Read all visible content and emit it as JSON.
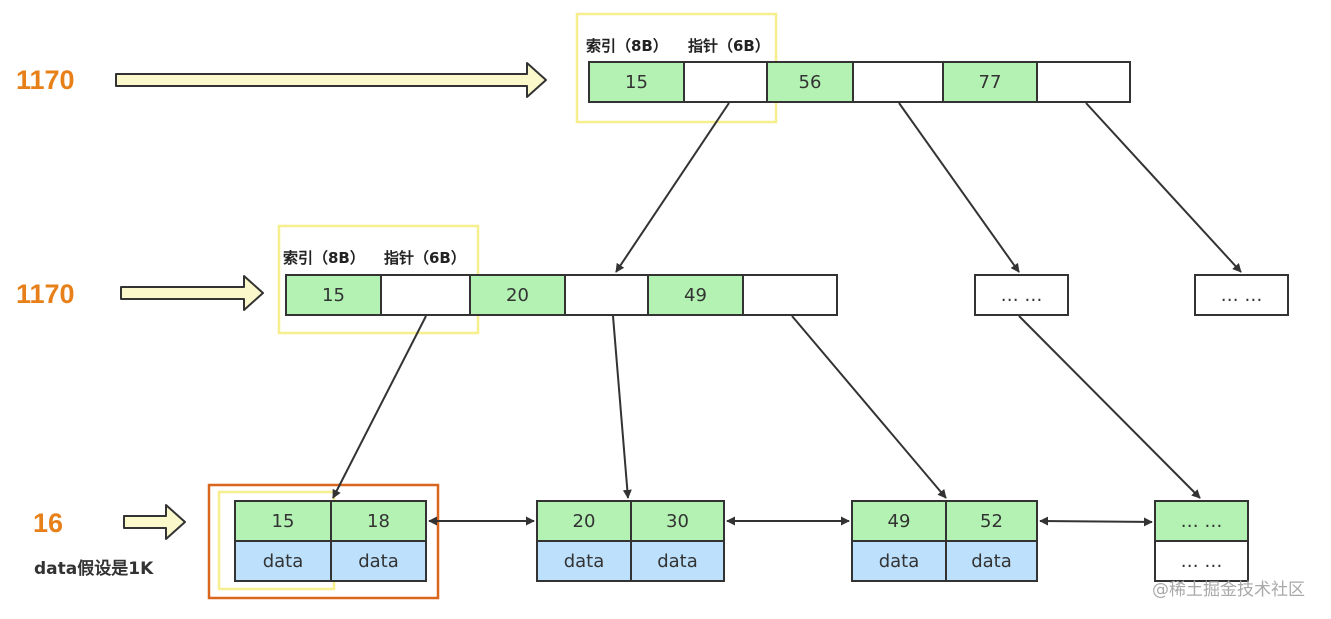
{
  "level_counts": {
    "root": "1170",
    "internal": "1170",
    "leaf": "16"
  },
  "leaf_note": "data假设是1K",
  "header_labels": {
    "root": {
      "index": "索引（8B）",
      "pointer": "指针（6B）"
    },
    "internal": {
      "index": "索引（8B）",
      "pointer": "指针（6B）"
    }
  },
  "root_node": {
    "keys": [
      "15",
      "56",
      "77"
    ]
  },
  "internal_node": {
    "keys": [
      "15",
      "20",
      "49"
    ]
  },
  "collapsed_nodes": [
    "…  …",
    "…  …"
  ],
  "leaf_nodes": [
    {
      "keys": [
        "15",
        "18"
      ],
      "data": [
        "data",
        "data"
      ]
    },
    {
      "keys": [
        "20",
        "30"
      ],
      "data": [
        "data",
        "data"
      ]
    },
    {
      "keys": [
        "49",
        "52"
      ],
      "data": [
        "data",
        "data"
      ]
    },
    {
      "keys": [
        "…  …"
      ],
      "data": [
        "…  …"
      ]
    }
  ],
  "watermark": "@稀土掘金技术社区",
  "colors": {
    "key_fill": "#b3f2b3",
    "data_fill": "#bde0fc",
    "highlight_yellow": "#f7ee8e",
    "highlight_orange": "#d9661f",
    "count_text": "#e8801a",
    "arrow_fill": "#fbf8cc"
  }
}
